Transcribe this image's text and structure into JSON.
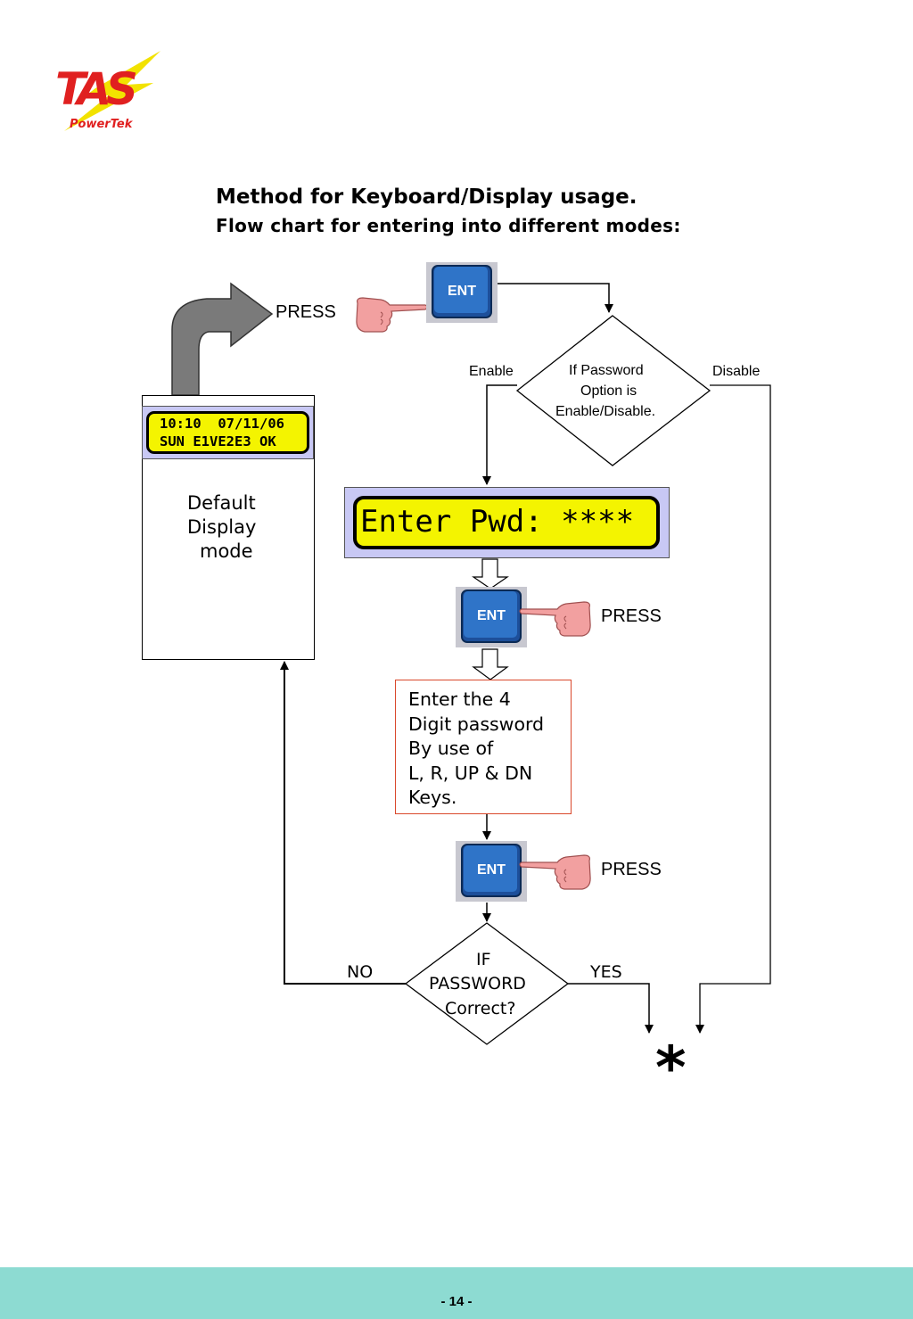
{
  "logo": {
    "name": "TAS",
    "tagline": "PowerTek"
  },
  "heading": {
    "title": "Method for Keyboard/Display usage.",
    "subtitle": "Flow chart for entering into different modes:"
  },
  "ent_key": {
    "label": "ENT"
  },
  "press_labels": {
    "top": "PRESS",
    "middle": "PRESS",
    "bottom": "PRESS"
  },
  "default_display": {
    "lcd_line1": "10:10  07/11/06",
    "lcd_line2": "SUN E1VE2E3 OK",
    "caption_line1": "Default",
    "caption_line2": "Display",
    "caption_line3": "mode"
  },
  "password_check": {
    "line1": "If Password",
    "line2": "Option is",
    "line3": "Enable/Disable.",
    "enable_label": "Enable",
    "disable_label": "Disable"
  },
  "password_lcd": {
    "text": "Enter Pwd: ****"
  },
  "instruction": {
    "line1": "Enter the 4",
    "line2": "Digit password",
    "line3": "By use of",
    "line4": "L, R, UP & DN",
    "line5": "Keys."
  },
  "decision": {
    "line1": "IF",
    "line2": "PASSWORD",
    "line3": "Correct?",
    "no_label": "NO",
    "yes_label": "YES"
  },
  "terminator": {
    "symbol": "*"
  },
  "footer": {
    "page_number": "- 14 -"
  },
  "colors": {
    "lcd_yellow": "#f4f400",
    "lcd_frame": "#c8c8f4",
    "ent_blue": "#2f74c8",
    "footer_band": "#8ddbd2",
    "instruction_border": "#d9482b",
    "logo_red": "#e02020",
    "logo_yellow": "#f2e200"
  }
}
